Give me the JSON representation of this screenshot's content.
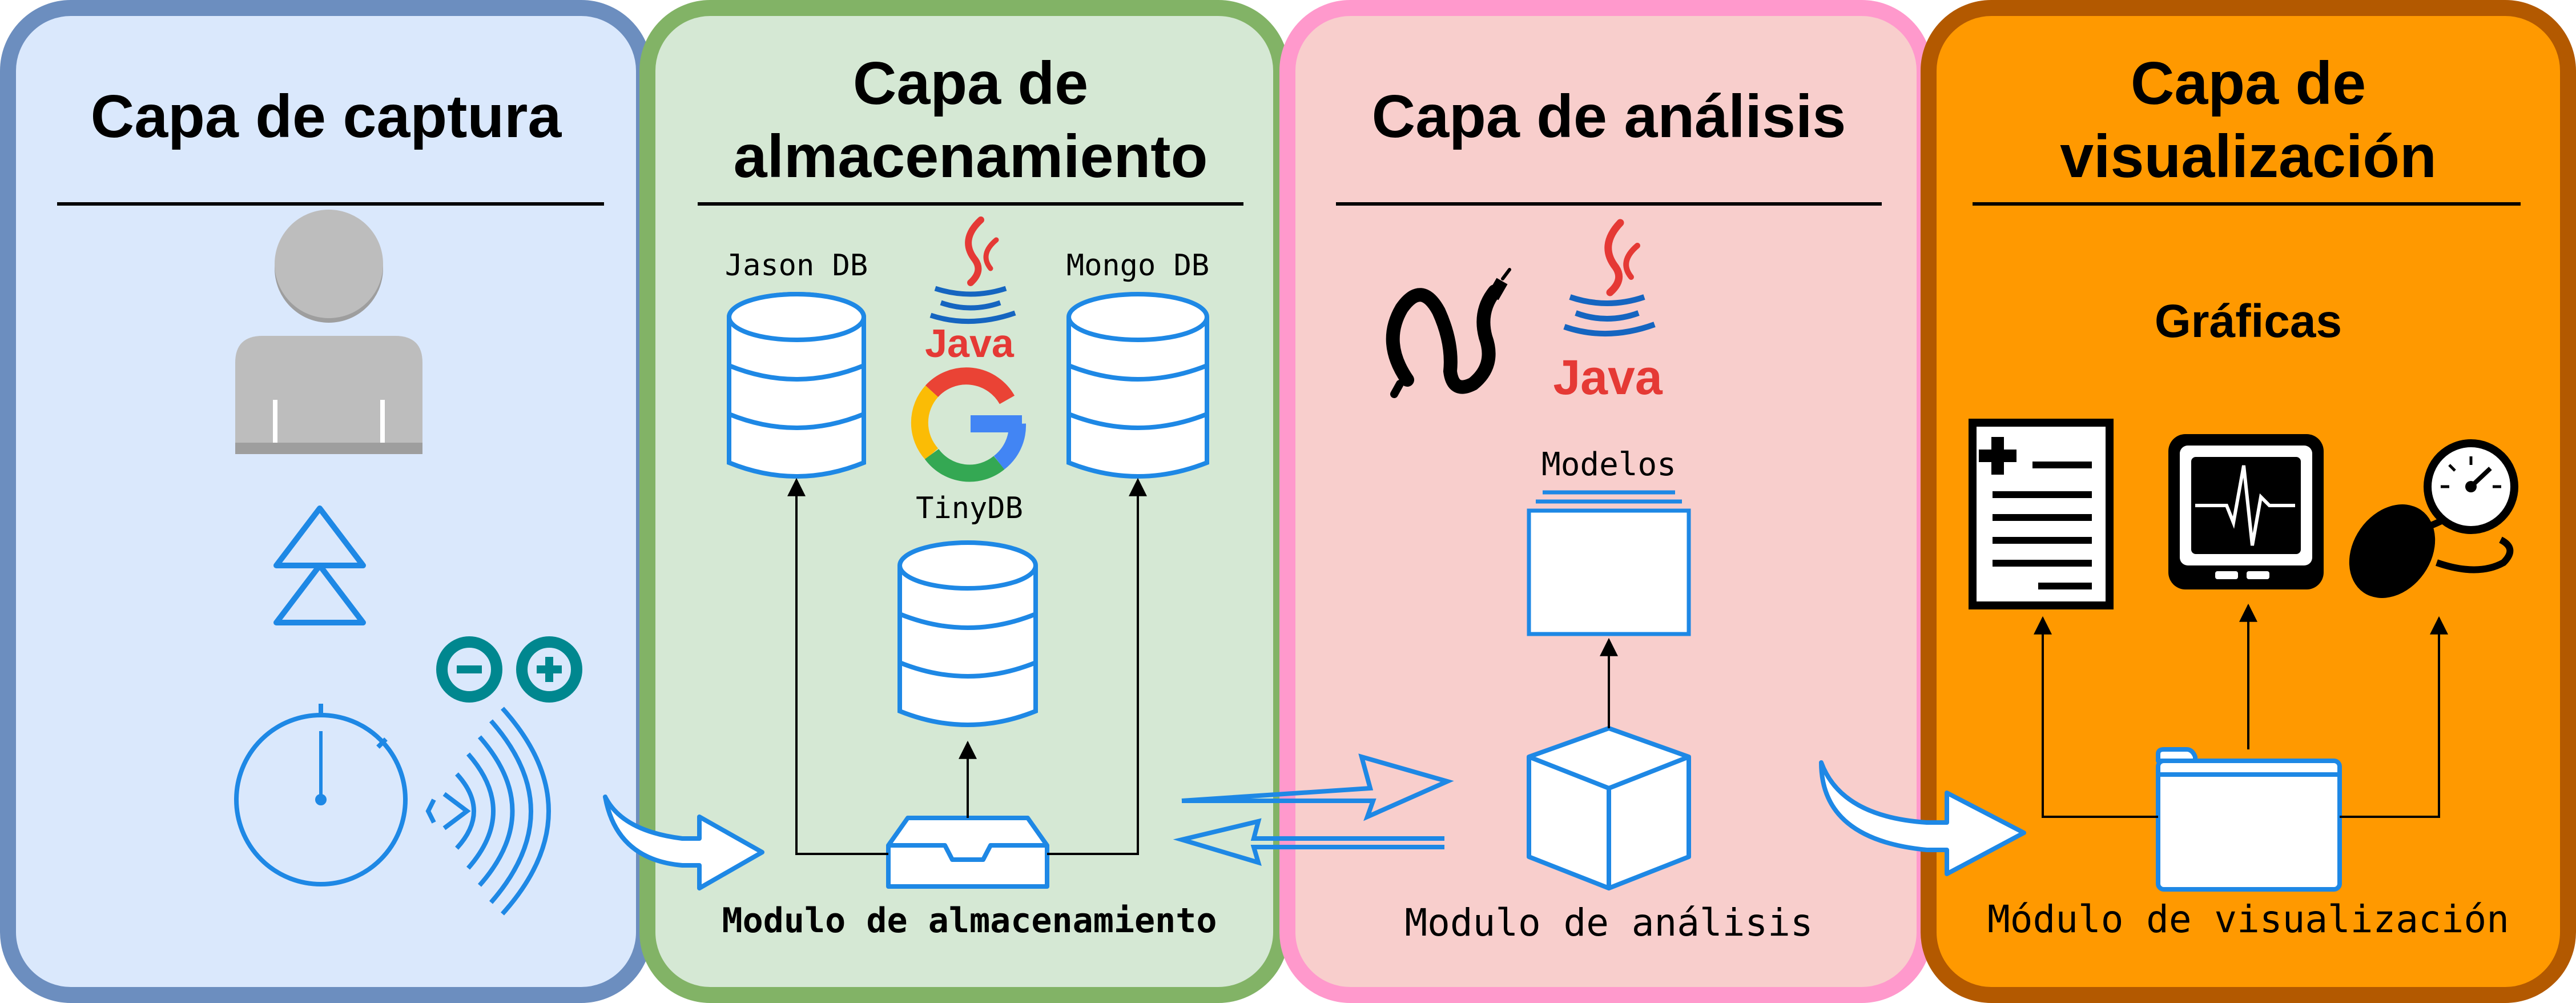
{
  "colors": {
    "capture": {
      "fill": "#dae8fc",
      "border": "#6c8ebf"
    },
    "storage": {
      "fill": "#d5e8d4",
      "border": "#82b366"
    },
    "analysis": {
      "fill": "#f8cecc",
      "border": "#ff99cc"
    },
    "visual": {
      "fill": "#ff9900",
      "border": "#b35900"
    },
    "icon_blue": "#1e88e5",
    "java_red": "#e53935",
    "java_blue": "#1565c0",
    "arduino": "#00878f",
    "person_gray": "#bdbdbd"
  },
  "panels": {
    "capture": {
      "title_line1": "Capa de captura"
    },
    "storage": {
      "title_line1": "Capa de",
      "title_line2": "almacenamiento"
    },
    "analysis": {
      "title_line1": "Capa de análisis"
    },
    "visual": {
      "title_line1": "Capa de",
      "title_line2": "visualización"
    }
  },
  "storage": {
    "db_left": "Jason DB",
    "db_right": "Mongo DB",
    "db_center": "TinyDB",
    "java_label": "Java",
    "module": "Modulo de almacenamiento"
  },
  "analysis": {
    "java_label": "Java",
    "models": "Modelos",
    "module": "Modulo de análisis"
  },
  "visual": {
    "graphs": "Gráficas",
    "module": "Módulo de visualización"
  },
  "icons": {
    "capture": [
      "person-icon",
      "double-triangle-icon",
      "arduino-icon",
      "stopwatch-icon",
      "wireless-signal-icon"
    ],
    "storage": [
      "database-icon",
      "java-icon",
      "google-icon",
      "inbox-icon"
    ],
    "analysis": [
      "sensor-cable-icon",
      "java-icon",
      "layers-icon",
      "cube-icon"
    ],
    "visual": [
      "medical-report-icon",
      "heart-monitor-icon",
      "blood-pressure-icon",
      "folder-icon"
    ]
  }
}
